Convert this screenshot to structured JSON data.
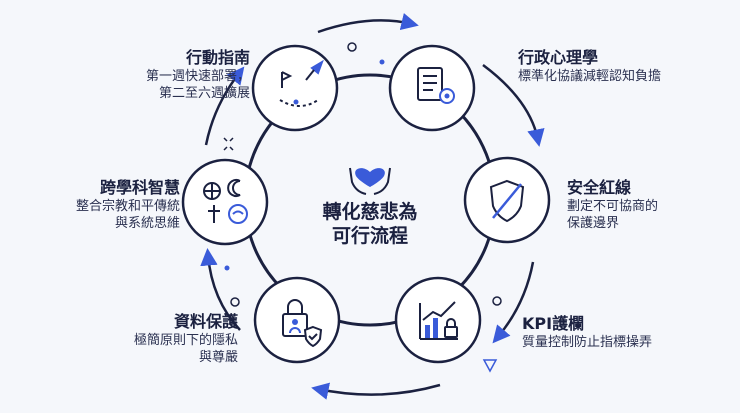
{
  "center": {
    "line1": "轉化慈悲為",
    "line2": "可行流程"
  },
  "nodes": {
    "action_guide": {
      "title": "行動指南",
      "desc1": "第一週快速部署，",
      "desc2": "第二至六週擴展"
    },
    "admin_psych": {
      "title": "行政心理學",
      "desc1": "標準化協議減輕認知負擔"
    },
    "safety_redline": {
      "title": "安全紅線",
      "desc1": "劃定不可協商的",
      "desc2": "保護邊界"
    },
    "kpi_guard": {
      "title": "KPI護欄",
      "desc1": "質量控制防止指標操弄"
    },
    "data_protect": {
      "title": "資料保護",
      "desc1": "極簡原則下的隱私",
      "desc2": "與尊嚴"
    },
    "interdisciplinary": {
      "title": "跨學科智慧",
      "desc1": "整合宗教和平傳統",
      "desc2": "與系統思維"
    }
  },
  "icons": {
    "center": "heart-in-hands-icon",
    "action_guide": "rocket-launch-path-icon",
    "admin_psych": "document-checklist-gear-icon",
    "safety_redline": "crossed-shield-icon",
    "kpi_guard": "bar-chart-lock-icon",
    "data_protect": "padlock-user-shield-icon",
    "interdisciplinary": "wheel-crescent-cross-brain-icon"
  },
  "colors": {
    "navy": "#1b2140",
    "accent_blue": "#3a5bd9",
    "background": "#f5f7fb"
  }
}
